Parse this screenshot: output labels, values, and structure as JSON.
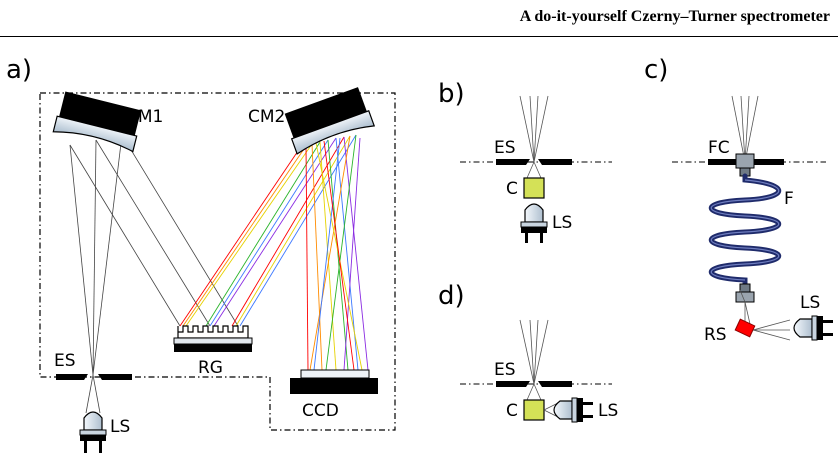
{
  "header": {
    "title": "A do-it-yourself Czerny–Turner spectrometer"
  },
  "figure": {
    "panels": {
      "a": "a)",
      "b": "b)",
      "c": "c)",
      "d": "d)"
    },
    "labels": {
      "cm1": "CM1",
      "cm2": "CM2",
      "es": "ES",
      "ls": "LS",
      "rg": "RG",
      "ccd": "CCD",
      "c": "C",
      "fc": "FC",
      "f": "F",
      "rs": "RS"
    },
    "colors": {
      "mirror_face": "#c9d8e6",
      "lamp": "#d8e6f3",
      "collimator": "#d4e157",
      "fiber": "#1f2b6b",
      "scatter": "#ff0000",
      "spectrum": [
        "#ff0000",
        "#ff8c00",
        "#e6d200",
        "#2ab42a",
        "#3c78ff",
        "#8a2be2"
      ]
    }
  }
}
